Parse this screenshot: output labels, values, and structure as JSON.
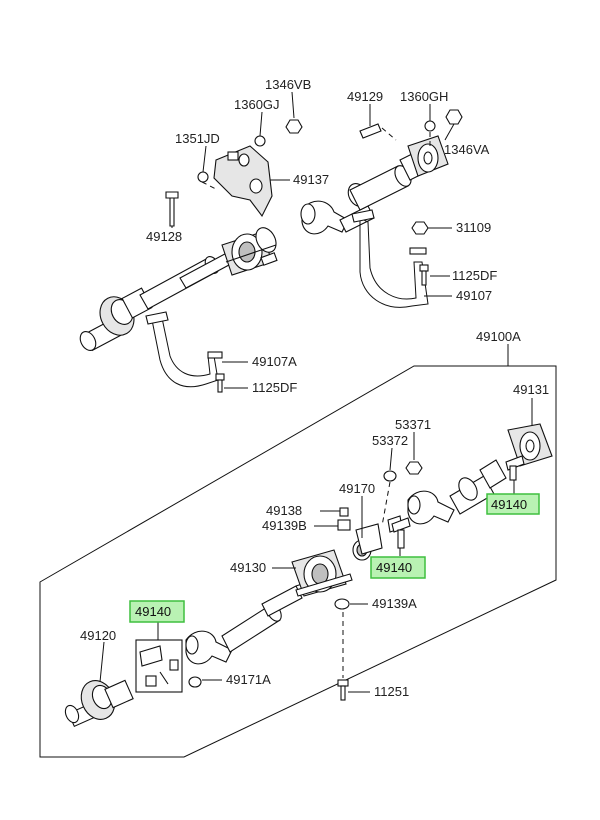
{
  "labels": {
    "l1346VB": "1346VB",
    "l1360GJ": "1360GJ",
    "l49129": "49129",
    "l1360GH": "1360GH",
    "l1346VA": "1346VA",
    "l1351JD": "1351JD",
    "l49137": "49137",
    "l49128": "49128",
    "l31109": "31109",
    "l1125DF_top": "1125DF",
    "l49107": "49107",
    "l49107A": "49107A",
    "l1125DF_mid": "1125DF",
    "l49100A": "49100A",
    "l49131": "49131",
    "l53371": "53371",
    "l53372": "53372",
    "l49170": "49170",
    "l49138": "49138",
    "l49139B": "49139B",
    "l49130": "49130",
    "l49139A": "49139A",
    "l49120": "49120",
    "l49171A": "49171A",
    "l11251": "11251"
  },
  "highlighted": {
    "h1": "49140",
    "h2": "49140",
    "h3": "49140"
  },
  "colors": {
    "highlight_fill": "#b9f2b3",
    "highlight_border": "#3fbf3f"
  }
}
